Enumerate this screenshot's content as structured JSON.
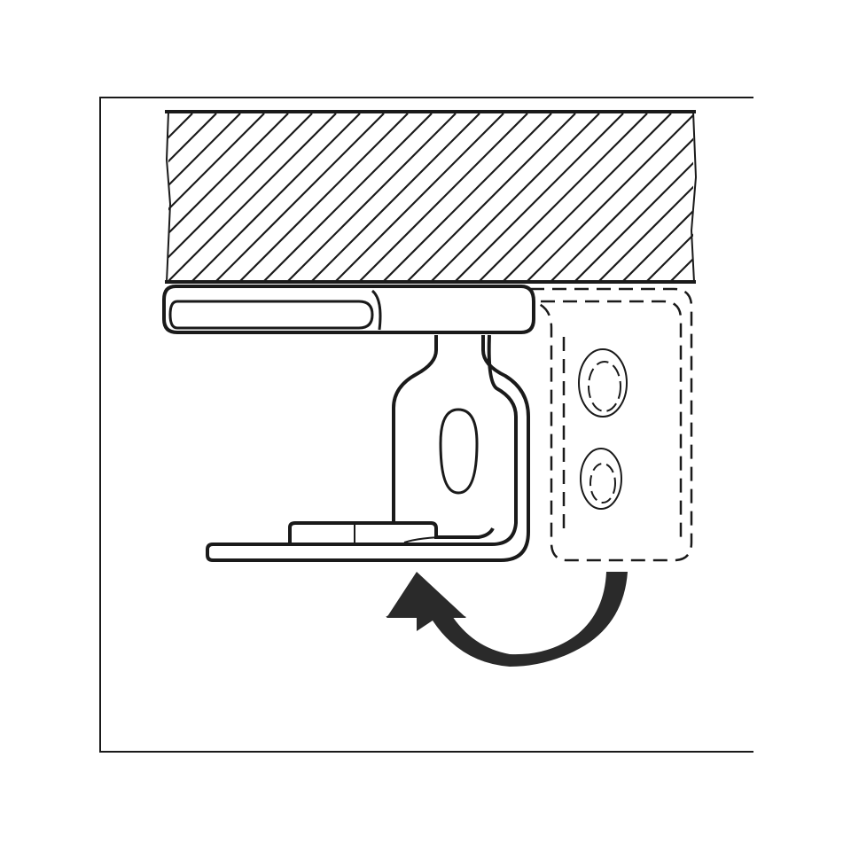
{
  "diagram": {
    "colors": {
      "background": "#ffffff",
      "line": "#1a1a1a",
      "arrow": "#2a2a2a"
    },
    "parts": [
      "frame",
      "hatched-panel",
      "hinge-plate",
      "hinge-bracket",
      "rotated-bracket-ghost",
      "rotation-arrow"
    ]
  }
}
